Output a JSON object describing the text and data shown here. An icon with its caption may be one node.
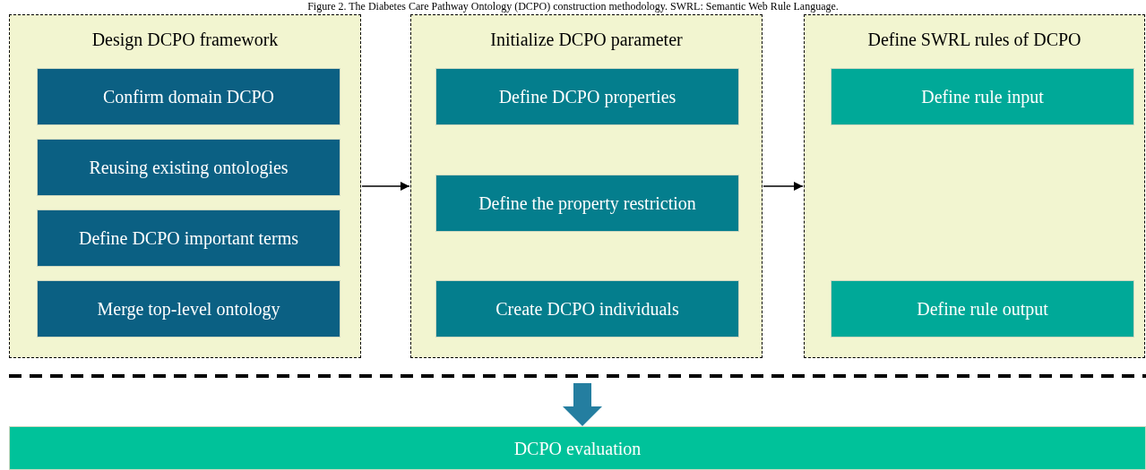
{
  "diagram": {
    "caption": "Figure 2. The Diabetes Care Pathway Ontology (DCPO) construction methodology. SWRL: Semantic Web Rule Language.",
    "nodes": [
      {
        "text": [
          "Design DCPO framework"
        ]
      },
      {
        "text": [
          "Confirm domain DCPO"
        ],
        "in": 0
      },
      {
        "text": [
          "Reusing existing ontologies"
        ],
        "in": 0
      },
      {
        "text": [
          "Define DCPO important terms"
        ],
        "in": 0
      },
      {
        "text": [
          "Merge top-level ontology"
        ],
        "in": 0
      },
      {
        "text": [
          "Initialize DCPO parameter"
        ]
      },
      {
        "text": [
          "Define DCPO properties"
        ],
        "in": 5
      },
      {
        "text": [
          "Define the property restriction"
        ],
        "in": 5
      },
      {
        "text": [
          "Create DCPO individuals"
        ],
        "in": 5
      },
      {
        "text": [
          "Define SWRL rules of DCPO"
        ]
      },
      {
        "text": [
          "Define rule input"
        ],
        "in": 9
      },
      {
        "text": [
          "Define rule output"
        ],
        "in": 9
      },
      {
        "text": [
          "DCPO evaluation"
        ]
      }
    ],
    "edges": [
      {
        "from": 0,
        "to": 5,
        "arrow": "to"
      },
      {
        "from": 5,
        "to": 9,
        "arrow": "to"
      },
      {
        "from": null,
        "to": 12,
        "arrow": "to",
        "style": "thick",
        "color": "#247ea0"
      }
    ]
  }
}
